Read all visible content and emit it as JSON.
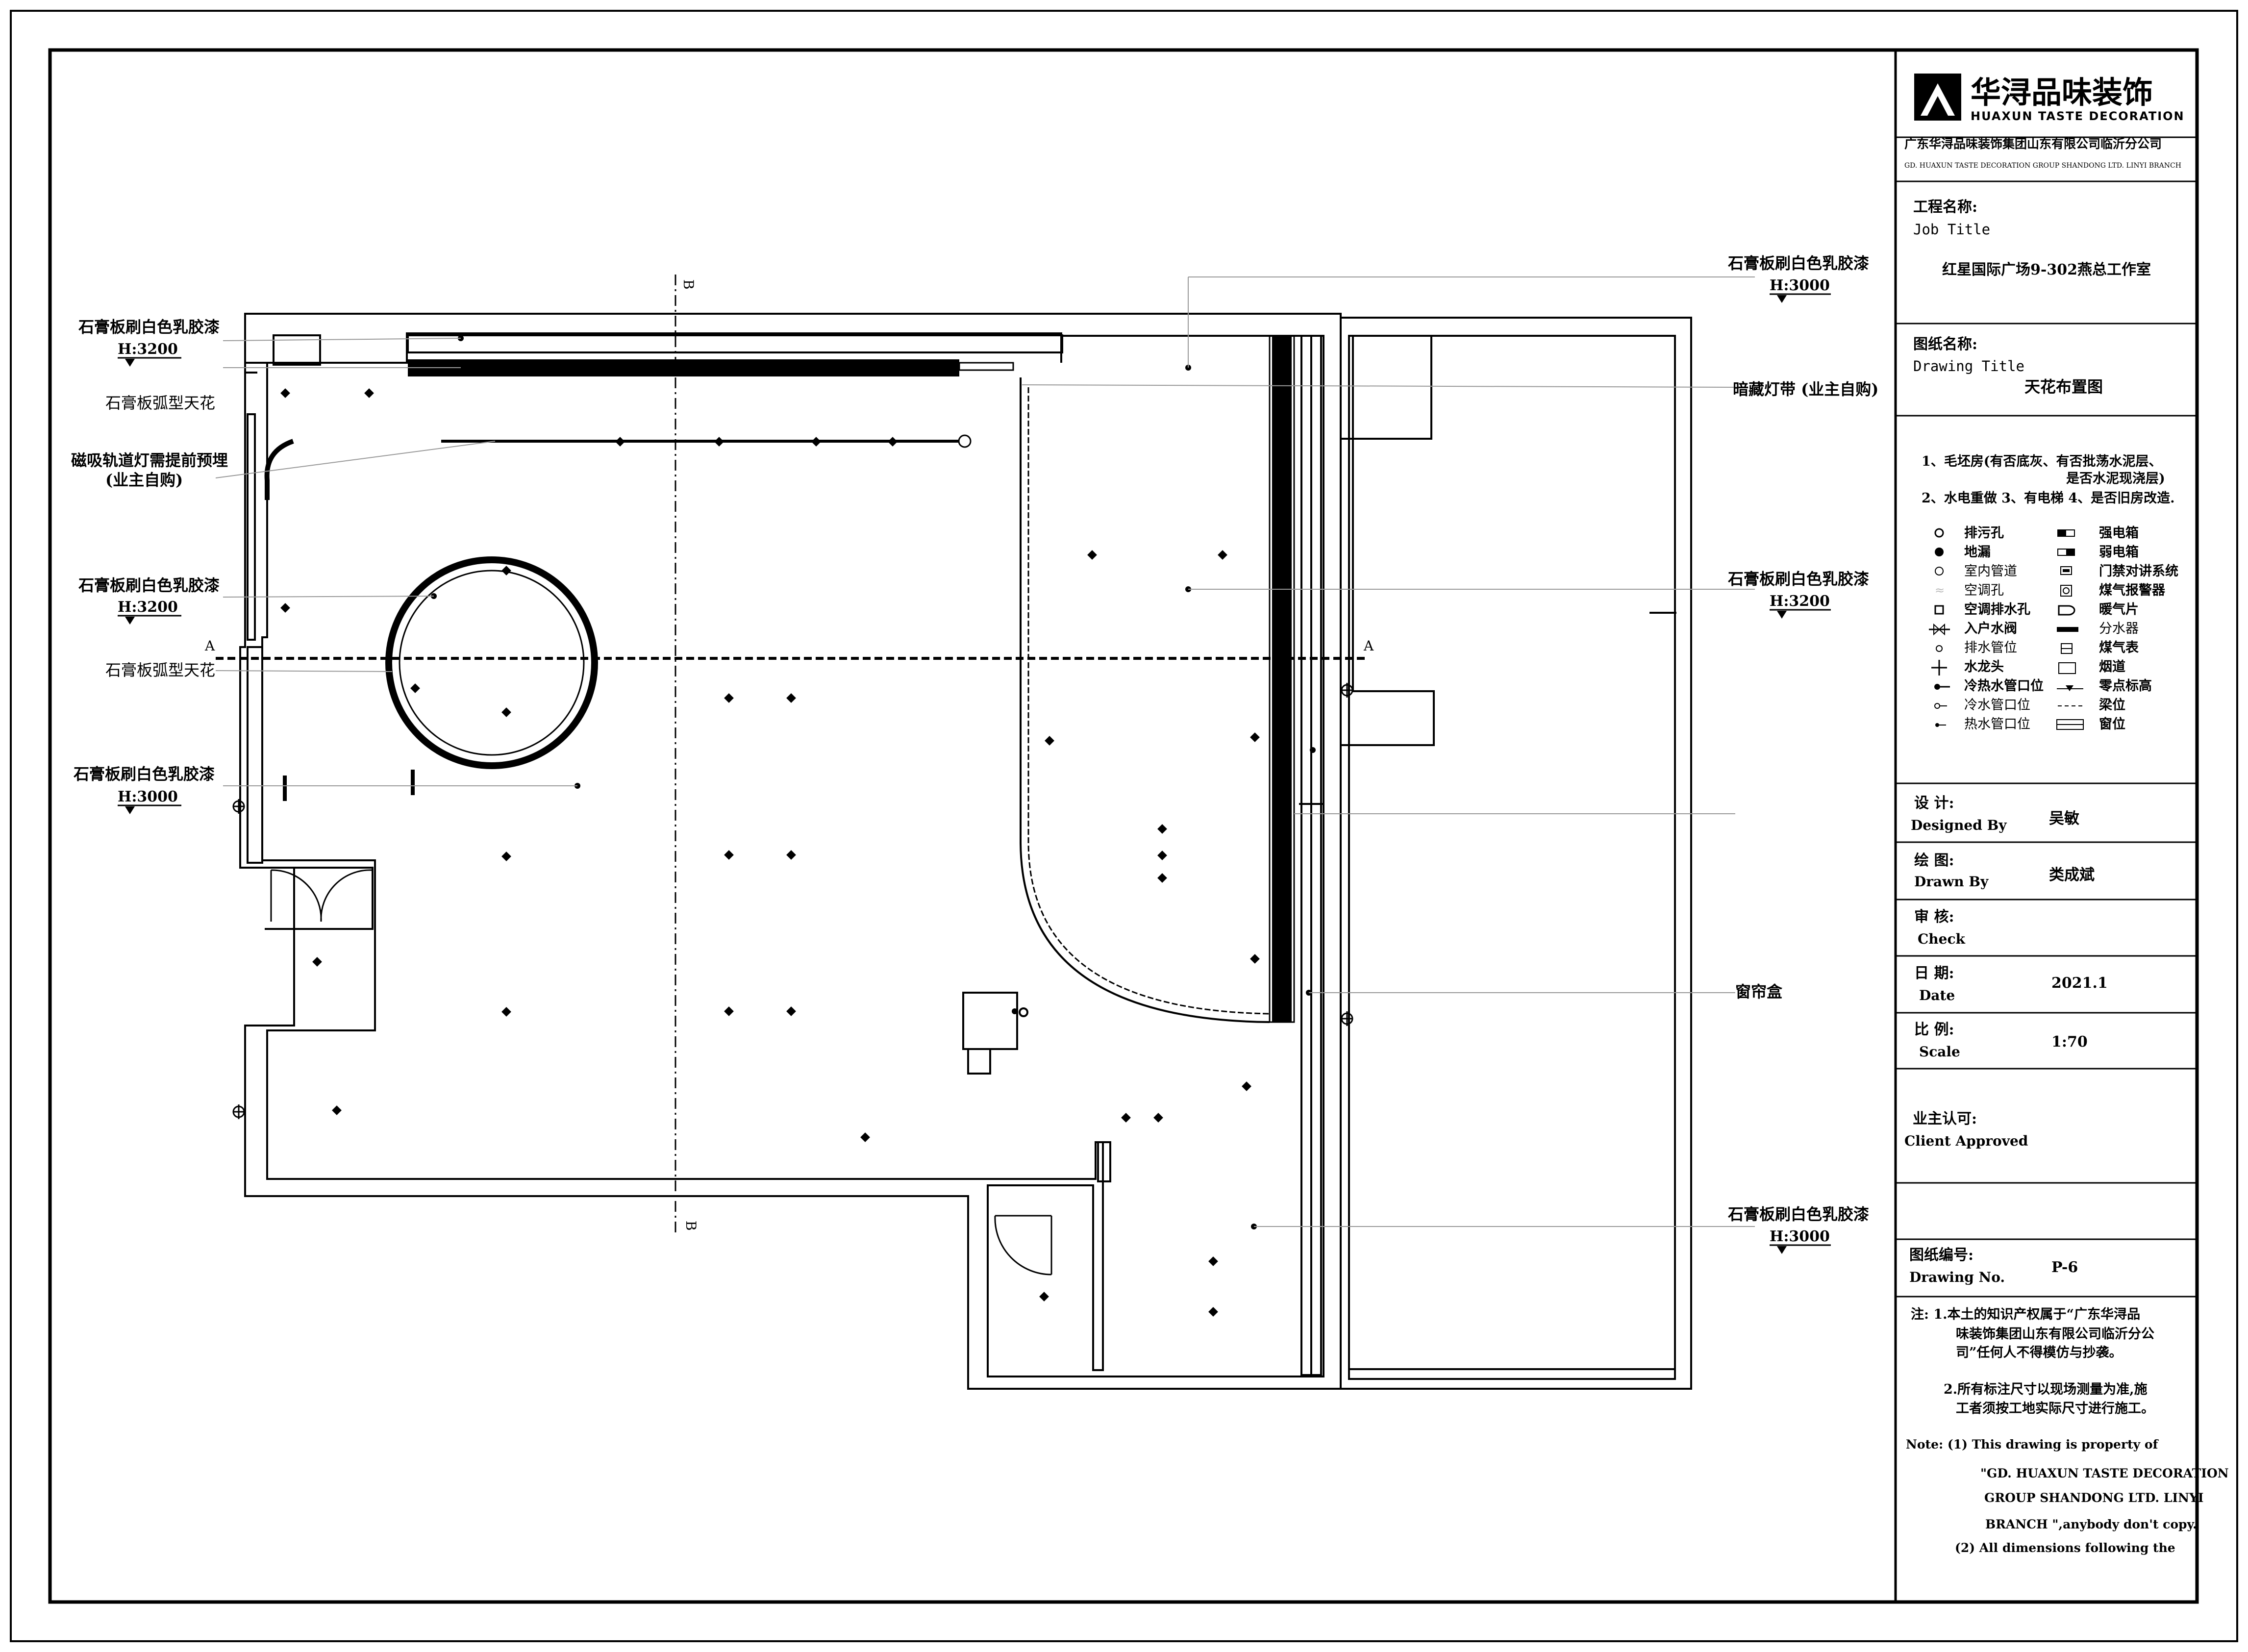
{
  "company": {
    "logo_cn": "华浔品味装饰",
    "logo_en": "HUAXUN TASTE DECORATION",
    "name_cn": "广东华浔品味装饰集团山东有限公司临沂分公司",
    "name_en": "GD. HUAXUN TASTE DECORATION GROUP SHANDONG LTD. LINYI BRANCH"
  },
  "title_block": {
    "job_label_cn": "工程名称:",
    "job_label_en": "Job Title",
    "job_value": "红星国际广场9-302燕总工作室",
    "drawing_label_cn": "图纸名称:",
    "drawing_label_en": "Drawing Title",
    "drawing_value": "天花布置图",
    "survey_notes": [
      "1、毛坯房(有否底灰、有否批荡水泥层、",
      "是否水泥现浇层)",
      "2、水电重做 3、有电梯 4、是否旧房改造."
    ],
    "designed_label_cn": "设  计:",
    "designed_label_en": "Designed By",
    "designed_value": "吴敏",
    "drawn_label_cn": "绘  图:",
    "drawn_label_en": "Drawn By",
    "drawn_value": "类成斌",
    "check_label_cn": "审  核:",
    "check_label_en": "Check",
    "date_label_cn": "日  期:",
    "date_label_en": "Date",
    "date_value": "2021.1",
    "scale_label_cn": "比  例:",
    "scale_label_en": "Scale",
    "scale_value": "1:70",
    "client_label_cn": "业主认可:",
    "client_label_en": "Client Approved",
    "no_label_cn": "图纸编号:",
    "no_label_en": "Drawing No.",
    "no_value": "P-6",
    "note_cn_1": [
      "注: 1.本土的知识产权属于“广东华浔品",
      "味装饰集团山东有限公司临沂分公",
      "司”任何人不得模仿与抄袭。"
    ],
    "note_cn_2": [
      "2.所有标注尺寸以现场测量为准,施",
      "工者须按工地实际尺寸进行施工。"
    ],
    "note_en": [
      "Note:  (1) This drawing is property of",
      "\"GD. HUAXUN TASTE DECORATION",
      "GROUP SHANDONG LTD. LINYI",
      "BRANCH \",anybody don't copy.",
      "(2) All dimensions following the"
    ]
  },
  "legend": [
    {
      "left": "排污孔",
      "right": "强电箱"
    },
    {
      "left": "地漏",
      "right": "弱电箱"
    },
    {
      "left": "室内管道",
      "right": "门禁对讲系统"
    },
    {
      "left": "空调孔",
      "right": "煤气报警器"
    },
    {
      "left": "空调排水孔",
      "right": "暖气片"
    },
    {
      "left": "入户水阀",
      "right": "分水器"
    },
    {
      "left": "排水管位",
      "right": "煤气表"
    },
    {
      "left": "水龙头",
      "right": "烟道"
    },
    {
      "left": "冷热水管口位",
      "right": "零点标高"
    },
    {
      "left": "冷水管口位",
      "right": "梁位"
    },
    {
      "left": "热水管口位",
      "right": "窗位"
    }
  ],
  "annotations": {
    "gyp_paint": "石膏板刷白色乳胶漆",
    "arc_ceiling": "石膏板弧型天花",
    "track_light_1": "磁吸轨道灯需提前预埋",
    "track_light_2": "(业主自购)",
    "hidden_led": "暗藏灯带 (业主自购)",
    "curtain_box": "窗帘盒",
    "h3200": "H:3200",
    "h3000": "H:3000"
  },
  "section_marks": {
    "a": "A",
    "b": "B"
  }
}
